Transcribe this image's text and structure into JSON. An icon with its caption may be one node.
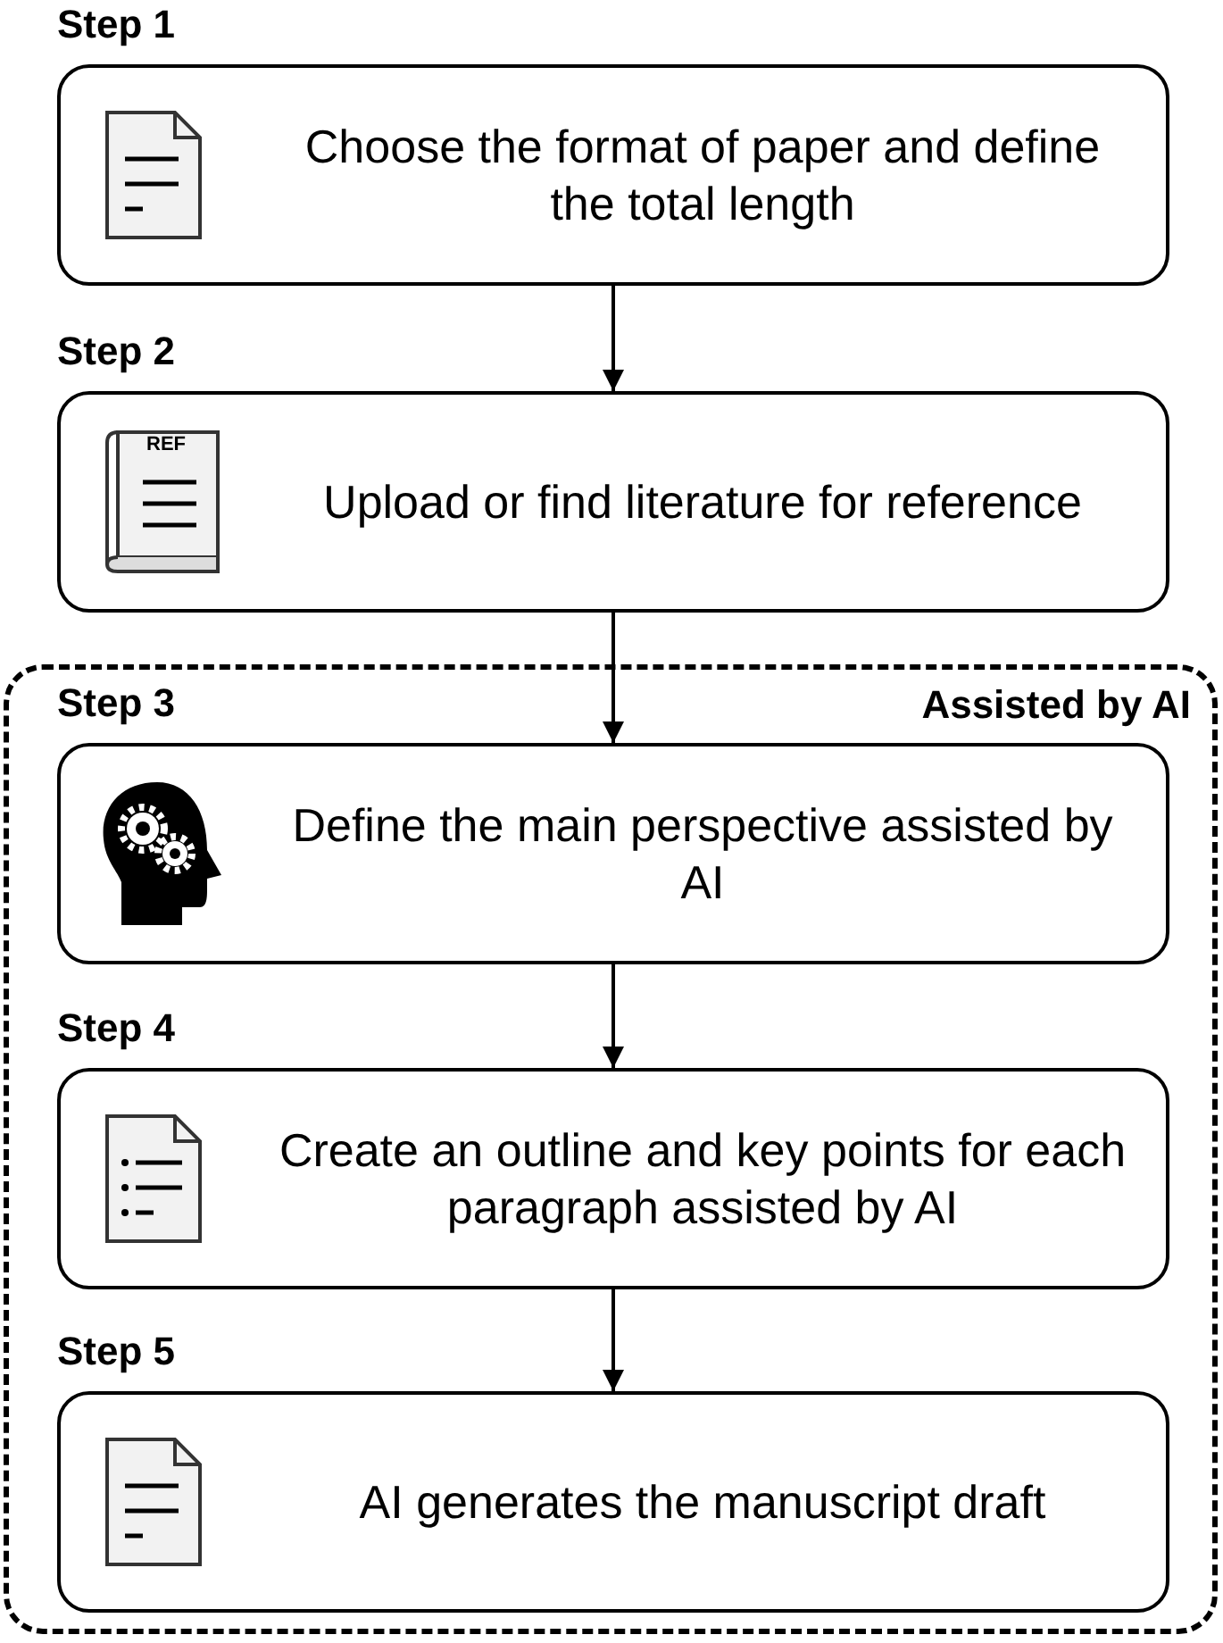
{
  "diagram": {
    "nodes": [
      {
        "text": [
          "Step 1",
          "Choose the format of paper and define the total length"
        ]
      },
      {
        "text": [
          "Step 2",
          "Upload or find literature for reference"
        ]
      },
      {
        "text": [
          "Assisted by AI"
        ]
      },
      {
        "text": [
          "Step 3",
          "Define the main perspective assisted by AI"
        ],
        "in": 2
      },
      {
        "text": [
          "Step 4",
          "Create an outline and key points for each paragraph assisted by AI"
        ],
        "in": 2
      },
      {
        "text": [
          "Step 5",
          "AI generates the manuscript draft"
        ],
        "in": 2
      }
    ],
    "edges": [
      {
        "from": 0,
        "to": 1,
        "arrow": "to"
      },
      {
        "from": 1,
        "to": 3,
        "arrow": "to"
      },
      {
        "from": 3,
        "to": 4,
        "arrow": "to"
      },
      {
        "from": 4,
        "to": 5,
        "arrow": "to"
      }
    ],
    "labels": [
      "REF"
    ]
  }
}
